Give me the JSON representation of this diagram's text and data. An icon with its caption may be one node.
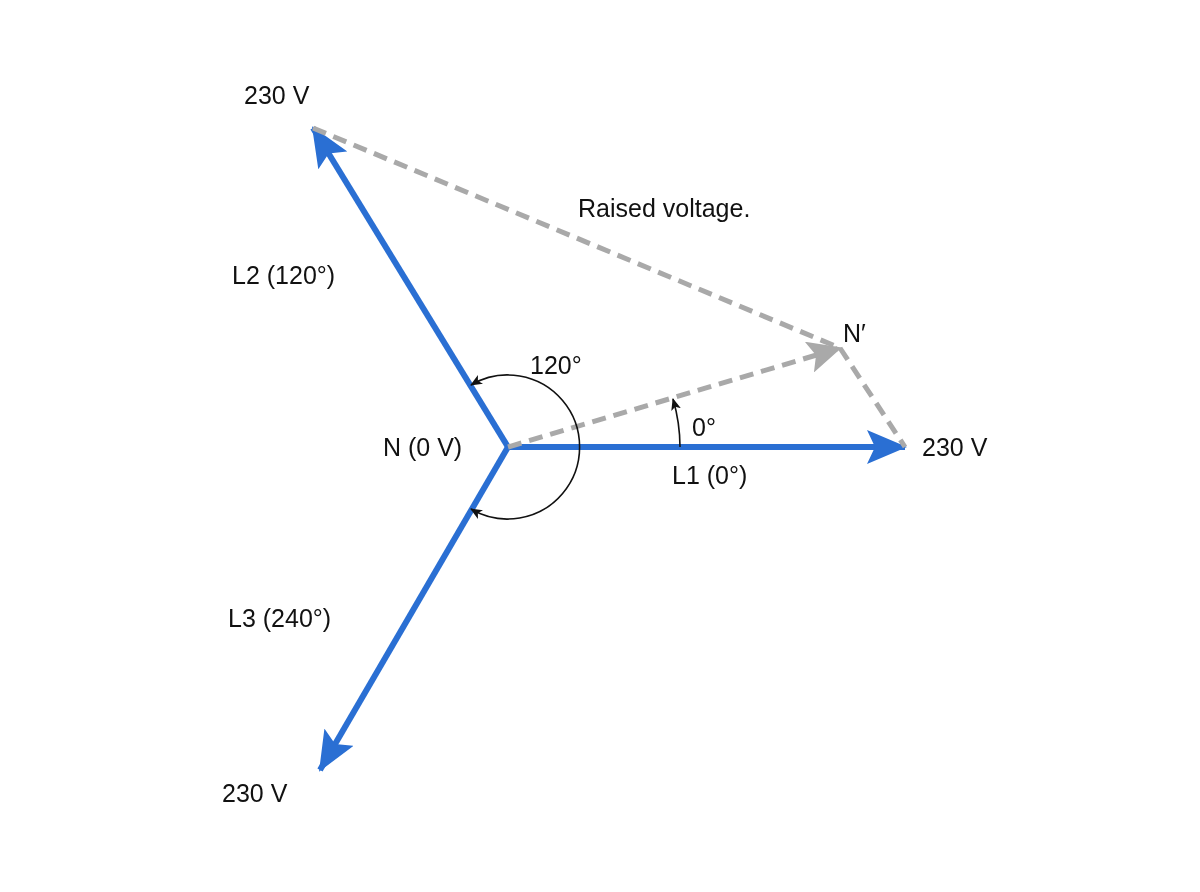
{
  "diagram": {
    "nodes": [
      {
        "text": [
          "N (0 V)"
        ]
      },
      {
        "text": [
          "230 V"
        ]
      },
      {
        "text": [
          "230 V"
        ]
      },
      {
        "text": [
          "230 V"
        ]
      },
      {
        "text": [
          "N′"
        ]
      }
    ],
    "edges": [
      {
        "from": 0,
        "to": 1,
        "arrow": "to",
        "label": "L1 (0°)"
      },
      {
        "from": 0,
        "to": 2,
        "arrow": "to",
        "label": "L2 (120°)"
      },
      {
        "from": 0,
        "to": 3,
        "arrow": "to",
        "label": "L3 (240°)"
      },
      {
        "from": 0,
        "to": 4,
        "arrow": "to",
        "style": "dashed",
        "color": "#a9a9a9"
      },
      {
        "from": 2,
        "to": 4,
        "arrow": "none",
        "label": "Raised voltage.",
        "style": "dashed",
        "color": "#a9a9a9"
      },
      {
        "from": 4,
        "to": 1,
        "arrow": "none",
        "style": "dashed",
        "color": "#a9a9a9"
      }
    ],
    "labels": [
      "120°",
      "0°"
    ]
  }
}
